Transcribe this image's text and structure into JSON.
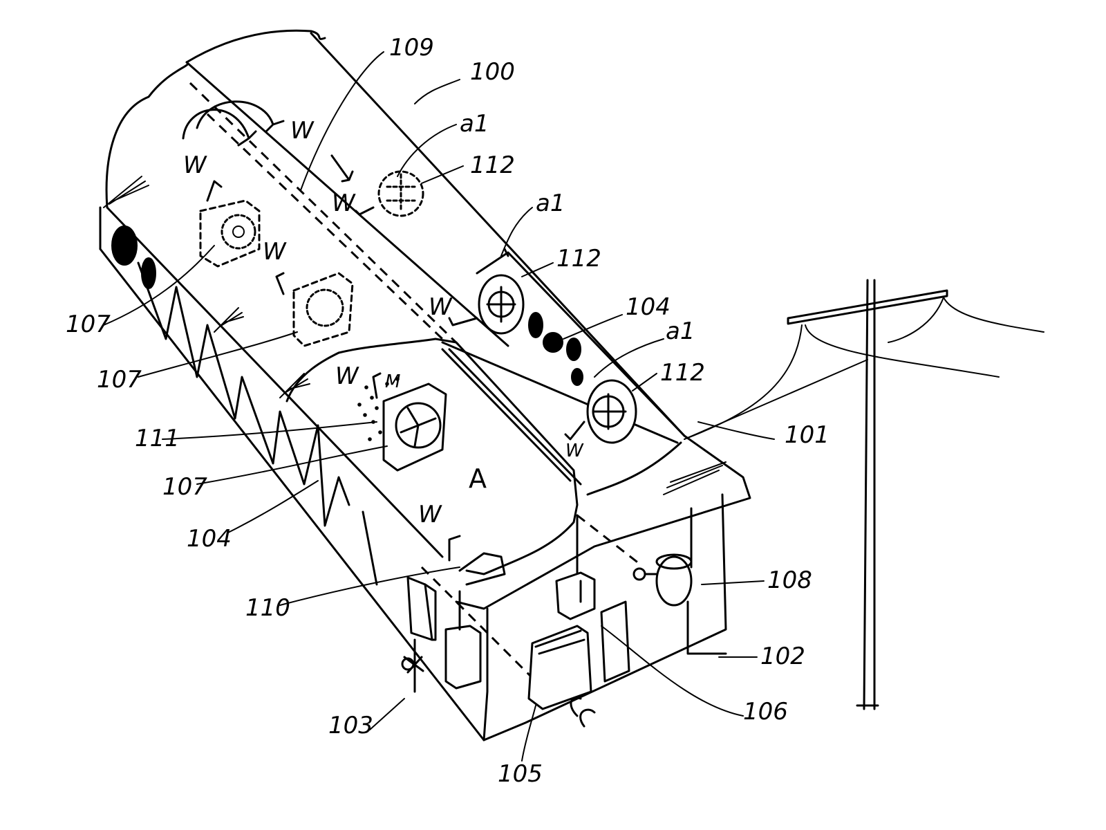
{
  "reference_numerals": {
    "building": "100",
    "power_line": "101",
    "pipe": "102",
    "valve": "103",
    "wall_panel": "104",
    "wall_panel_right": "104",
    "hood_unit": "105",
    "control_box": "106",
    "fan_unit_top": "107",
    "fan_unit_mid": "107",
    "fan_unit_low": "107",
    "motor_pump": "108",
    "ridge_duct": "109",
    "skylight_frame": "110",
    "mist_nozzle": "111",
    "fan_112_top": "112",
    "fan_112_mid": "112",
    "fan_112_low": "112"
  },
  "airflow": {
    "w_label": "W",
    "a1_label": "a1",
    "m_label": "M",
    "area_label": "A"
  },
  "colors": {
    "ink": "#000000",
    "paper": "#ffffff"
  }
}
